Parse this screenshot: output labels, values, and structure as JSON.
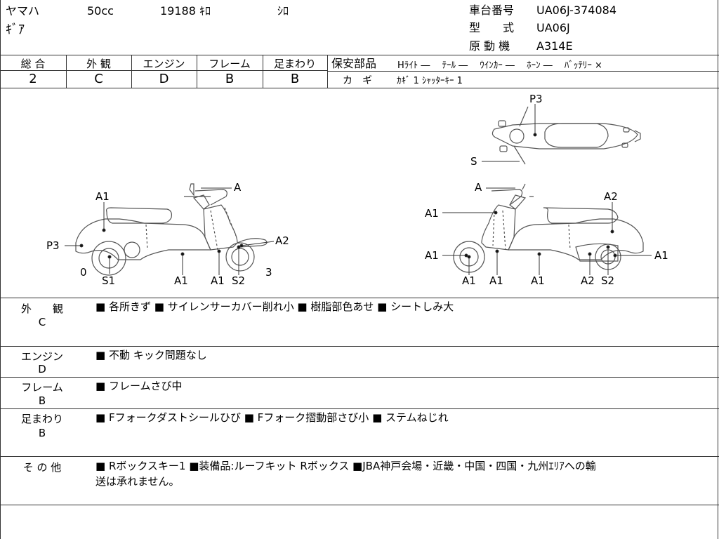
{
  "header": {
    "maker": "ヤマハ",
    "displacement": "50cc",
    "mileage": "19188 ｷﾛ",
    "color": "ｼﾛ",
    "model_name": "ｷﾞｱ",
    "frame_no_label": "車台番号",
    "frame_no": "UA06J-374084",
    "type_label": "型　　式",
    "type": "UA06J",
    "engine_label": "原 動 機",
    "engine": "A314E"
  },
  "grades": [
    {
      "label": "総 合",
      "value": "2"
    },
    {
      "label": "外 観",
      "value": "C"
    },
    {
      "label": "エンジン",
      "value": "D"
    },
    {
      "label": "フレーム",
      "value": "B"
    },
    {
      "label": "足まわり",
      "value": "B"
    }
  ],
  "safety": {
    "label": "保安部品",
    "items": "Hﾗｲﾄ ―　 ﾃｰﾙ ―　 ｳｲﾝｶｰ ―　 ﾎｰﾝ ―　 ﾊﾞｯﾃﾘｰ ×",
    "key_label": "カ　ギ",
    "key_items": "ｶｷﾞ 1  ｼｬｯﾀｰｷｰ 1"
  },
  "diagram_labels": {
    "left_a_top": "A",
    "left_a1_seat": "A1",
    "left_p3": "P3",
    "left_a2": "A2",
    "left_0": "0",
    "left_3": "3",
    "left_s1": "S1",
    "left_a1_a": "A1",
    "left_a1_b": "A1",
    "left_s2": "S2",
    "top_p3": "P3",
    "top_s": "S",
    "right_a_top": "A",
    "right_a2": "A2",
    "right_a1_front": "A1",
    "right_a1_wheel": "A1",
    "right_a1_rear": "A1",
    "right_b_a1_1": "A1",
    "right_b_a1_2": "A1",
    "right_b_a1_3": "A1",
    "right_b_a2": "A2",
    "right_b_s2": "S2"
  },
  "sections": [
    {
      "label": "外　　観",
      "grade": "C",
      "text": "■ 各所きず ■ サイレンサーカバー削れ小 ■ 樹脂部色あせ ■ シートしみ大"
    },
    {
      "label": "エンジン",
      "grade": "D",
      "text": "■ 不動 キック問題なし"
    },
    {
      "label": "フレーム",
      "grade": "B",
      "text": "■ フレームさび中"
    },
    {
      "label": "足まわり",
      "grade": "B",
      "text": "■ Fフォークダストシールひび ■ Fフォーク摺動部さび小 ■ ステムねじれ"
    },
    {
      "label": "そ の 他",
      "grade": "",
      "text": "■ Rボックスキー1 ■装備品:ルーフキット Rボックス ■JBA神戸会場・近畿・中国・四国・九州ｴﾘｱへの輸",
      "text2": "送は承れません。"
    }
  ]
}
